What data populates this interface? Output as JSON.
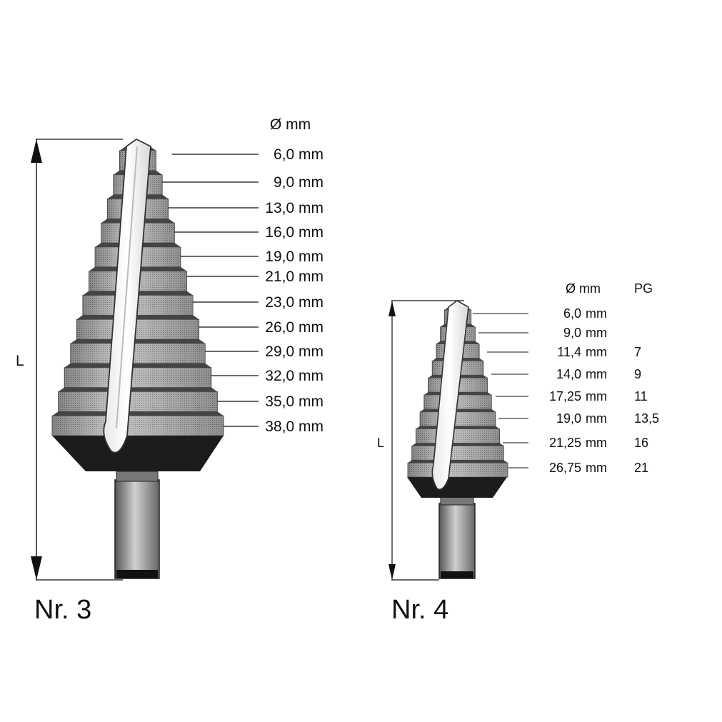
{
  "drill3": {
    "name": "Nr. 3",
    "length_label": "L",
    "header": {
      "dia": "Ø mm"
    },
    "steps": [
      {
        "dia": "6,0 mm"
      },
      {
        "dia": "9,0 mm"
      },
      {
        "dia": "13,0 mm"
      },
      {
        "dia": "16,0 mm"
      },
      {
        "dia": "19,0 mm"
      },
      {
        "dia": "21,0 mm"
      },
      {
        "dia": "23,0 mm"
      },
      {
        "dia": "26,0 mm"
      },
      {
        "dia": "29,0 mm"
      },
      {
        "dia": "32,0 mm"
      },
      {
        "dia": "35,0 mm"
      },
      {
        "dia": "38,0 mm"
      }
    ]
  },
  "drill4": {
    "name": "Nr. 4",
    "length_label": "L",
    "header": {
      "dia": "Ø mm",
      "pg": "PG"
    },
    "steps": [
      {
        "dia": "6,0",
        "unit": "mm",
        "pg": ""
      },
      {
        "dia": "9,0",
        "unit": "mm",
        "pg": ""
      },
      {
        "dia": "11,4",
        "unit": "mm",
        "pg": "7"
      },
      {
        "dia": "14,0",
        "unit": "mm",
        "pg": "9"
      },
      {
        "dia": "17,25",
        "unit": "mm",
        "pg": "11"
      },
      {
        "dia": "19,0",
        "unit": "mm",
        "pg": "13,5"
      },
      {
        "dia": "21,25",
        "unit": "mm",
        "pg": "16"
      },
      {
        "dia": "26,75",
        "unit": "mm",
        "pg": "21"
      }
    ]
  }
}
